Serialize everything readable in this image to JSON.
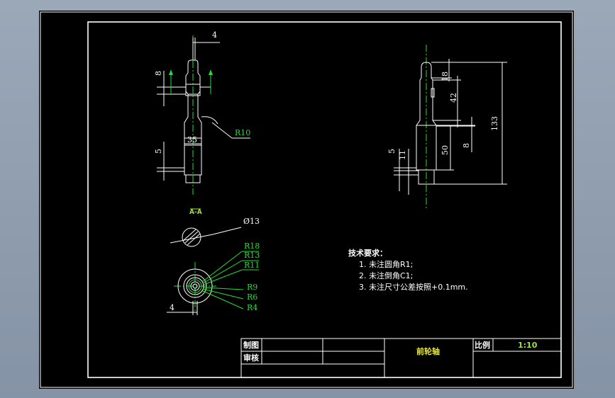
{
  "colors": {
    "background": "#000000",
    "outline": "#ffffff",
    "centerline": "#22dd33",
    "title_text": "#e8e84a",
    "chrome": "#8d9bad"
  },
  "front_view": {
    "dim_top_width": "4",
    "dim_left_top": "8",
    "dim_diameter": "35",
    "dim_left_bottom": "5",
    "radius_label": "R10",
    "section_label": "A-A"
  },
  "side_view": {
    "dim_top": "18",
    "dim_mid": "42",
    "dim_total": "133",
    "dim_shaft": "50",
    "dim_step": "8",
    "dim_bottom_a": "5",
    "dim_bottom_b": "11"
  },
  "section_view": {
    "diameter_label": "Ø13"
  },
  "bottom_view": {
    "radius_labels": [
      "R18",
      "R13",
      "R11",
      "R9",
      "R6",
      "R4"
    ],
    "dim_width": "4"
  },
  "tech_requirements": {
    "heading": "技术要求：",
    "items": [
      "1. 未注圆角R1;",
      "2. 未注倒角C1;",
      "3. 未注尺寸公差按照+0.1mm."
    ]
  },
  "title_block": {
    "drawn_label": "制图",
    "checked_label": "审核",
    "part_name": "前轮轴",
    "scale_label": "比例",
    "scale_value": "1:10"
  }
}
